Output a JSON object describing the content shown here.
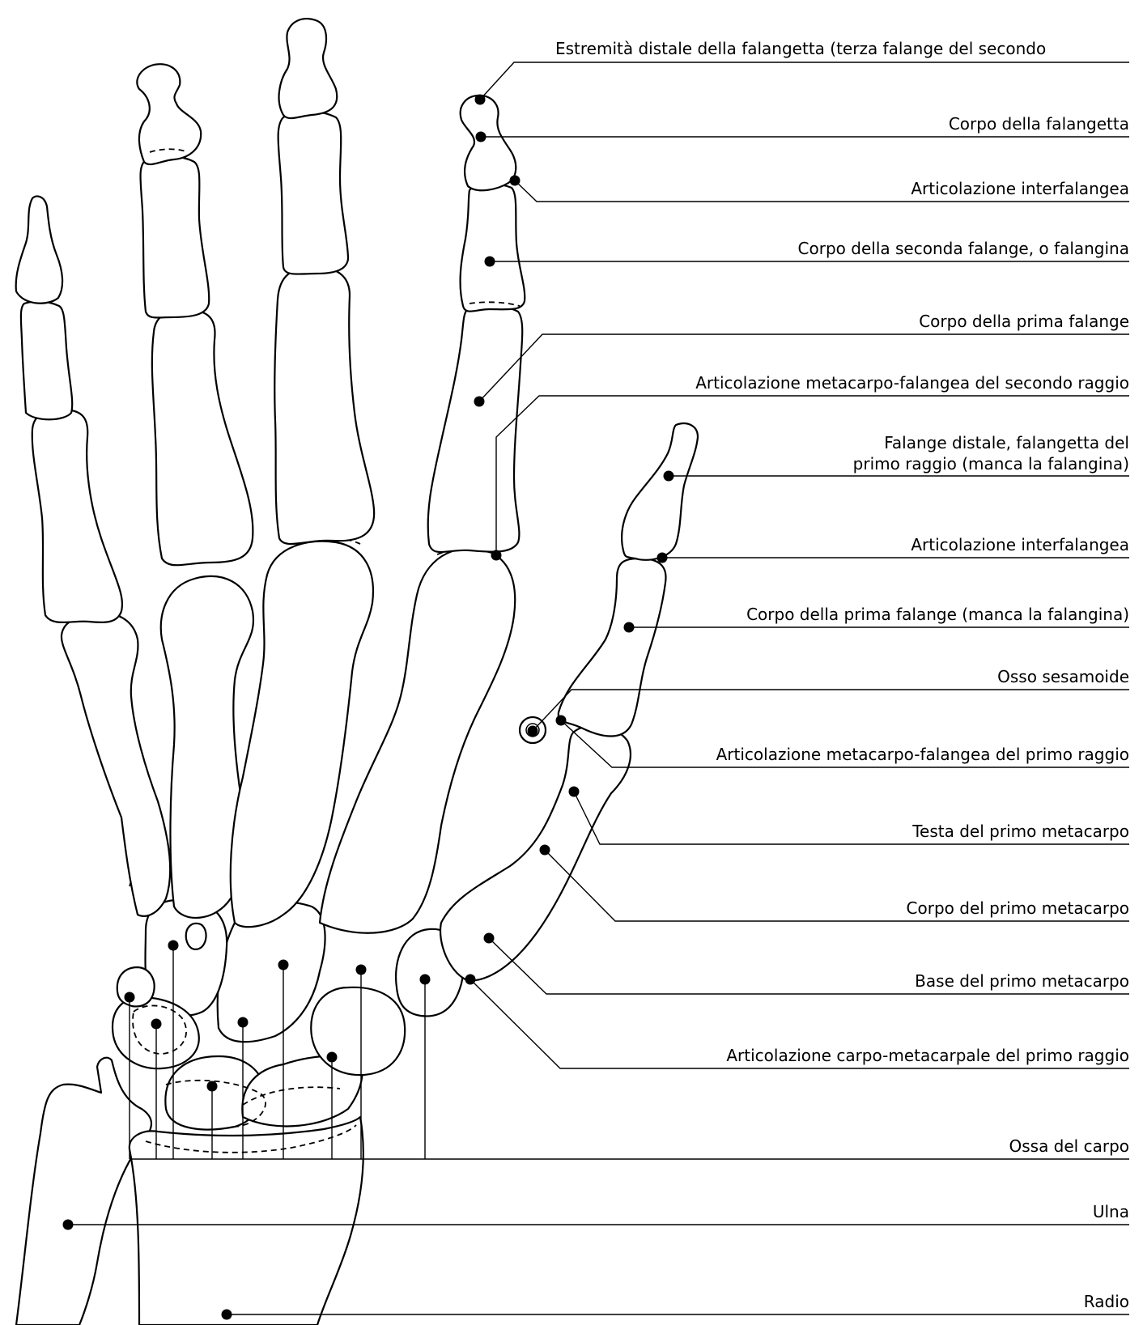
{
  "labels": {
    "l1": "Estremità distale della falangetta (terza falange del secondo",
    "l2": "Corpo della falangetta",
    "l3": "Articolazione interfalangea",
    "l4": "Corpo della seconda falange, o falangina",
    "l5": "Corpo della prima falange",
    "l6": "Articolazione metacarpo-falangea del secondo raggio",
    "l7a": "Falange distale, falangetta del",
    "l7b": "primo raggio (manca la falangina)",
    "l8": "Articolazione interfalangea",
    "l9": "Corpo della prima falange (manca la falangina)",
    "l10": "Osso sesamoide",
    "l11": "Articolazione metacarpo-falangea del primo raggio",
    "l12": "Testa del primo metacarpo",
    "l13": "Corpo del primo metacarpo",
    "l14": "Base del primo metacarpo",
    "l15": "Articolazione carpo-metacarpale del primo raggio",
    "l16": "Ossa del carpo",
    "l17": "Ulna",
    "l18": "Radio"
  }
}
